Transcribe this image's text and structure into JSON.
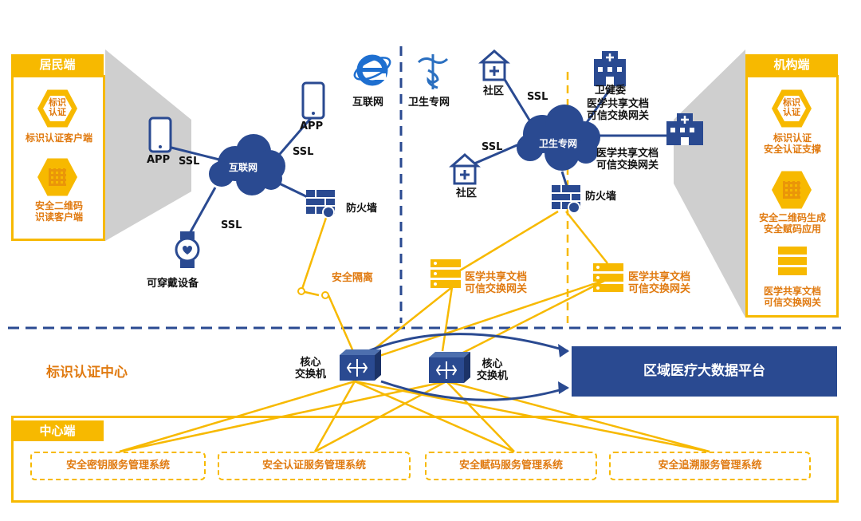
{
  "resident": {
    "title": "居民端",
    "hex1": "标识\n认证",
    "label1": "标识认证客户端",
    "label2": "安全二维码\n识读客户端"
  },
  "institution": {
    "title": "机构端",
    "hex1": "标识\n认证",
    "label1": "标识认证\n安全认证支撑",
    "label2": "安全二维码生成\n安全赋码应用",
    "label3": "医学共享文档\n可信交换网关"
  },
  "internet": {
    "cloud": "互联网",
    "ie_label": "互联网",
    "app_left": "APP",
    "app_top": "APP",
    "ssl1": "SSL",
    "ssl2": "SSL",
    "ssl3": "SSL",
    "wearable": "可穿戴设备",
    "firewall": "防火墙",
    "isolation": "安全隔离"
  },
  "health": {
    "cloud": "卫生专网",
    "caduceus_label": "卫生专网",
    "community1": "社区",
    "community2": "社区",
    "ssl1": "SSL",
    "ssl2": "SSL",
    "commission": "卫健委",
    "gw1": "医学共享文档\n可信交换网关",
    "gw2": "医学共享文档\n可信交换网关",
    "firewall": "防火墙",
    "gw_left": "医学共享文档\n可信交换网关",
    "gw_right": "医学共享文档\n可信交换网关"
  },
  "center": {
    "auth_center": "标识认证中心",
    "switch1": "核心\n交换机",
    "switch2": "核心\n交换机",
    "platform": "区域医疗大数据平台",
    "title": "中心端",
    "services": [
      "安全密钥服务管理系统",
      "安全认证服务管理系统",
      "安全赋码服务管理系统",
      "安全追溯服务管理系统"
    ]
  },
  "colors": {
    "accent": "#f7b900",
    "navy": "#1f3f8c",
    "orange_text": "#e07a10"
  }
}
